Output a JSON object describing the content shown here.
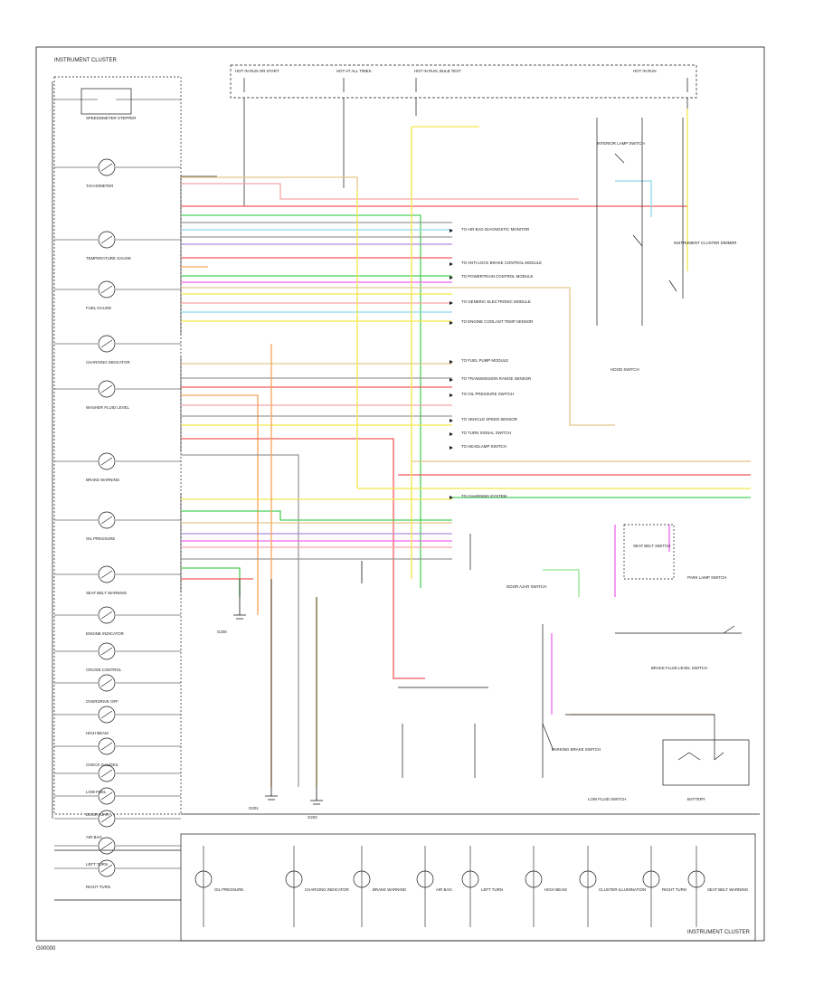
{
  "header_left": "INSTRUMENT CLUSTER",
  "footer_right": "INSTRUMENT CLUSTER",
  "footer_code": "G00000",
  "fuse_labels": [
    "HOT IN RUN OR START",
    "HOT AT ALL TIMES",
    "HOT IN RUN, BULB TEST",
    "HOT IN RUN"
  ],
  "gauges": [
    "SPEEDOMETER STEPPER",
    "TACHOMETER",
    "TEMPERATURE GAUGE",
    "FUEL GAUGE",
    "CHARGING INDICATOR",
    "WASHER FLUID LEVEL",
    "BRAKE WARNING",
    "OIL PRESSURE",
    "SEAT BELT WARNING",
    "ENGINE INDICATOR",
    "CRUISE CONTROL",
    "OVERDRIVE OFF",
    "HIGH BEAM",
    "CHECK GAUGES",
    "LOW FUEL",
    "DOOR AJAR",
    "AIR BAG",
    "LEFT TURN",
    "RIGHT TURN"
  ],
  "right_labels": [
    "TO AIR BAG DIAGNOSTIC MONITOR",
    "TO ANTI-LOCK BRAKE CONTROL MODULE",
    "TO POWERTRAIN CONTROL MODULE",
    "TO GENERIC ELECTRONIC MODULE",
    "TO ENGINE COOLANT TEMP SENSOR",
    "TO FUEL PUMP MODULE",
    "TO TRANSMISSION RANGE SENSOR",
    "TO OIL PRESSURE SWITCH",
    "TO VEHICLE SPEED SENSOR",
    "TO TURN SIGNAL SWITCH",
    "TO HEADLAMP SWITCH",
    "TO CHARGING SYSTEM"
  ],
  "right_components": [
    "INTERIOR LAMP SWITCH",
    "INSTRUMENT CLUSTER DIMMER",
    "HOOD SWITCH",
    "SEAT BELT SWITCH",
    "PARK LAMP SWITCH",
    "DOOR AJAR SWITCH",
    "BRAKE FLUID LEVEL SWITCH",
    "PARKING BRAKE SWITCH",
    "LOW FLUID SWITCH",
    "BATTERY"
  ],
  "bottom_labels": [
    "OIL PRESSURE",
    "CHARGING INDICATOR",
    "BRAKE WARNING",
    "AIR BAG",
    "LEFT TURN",
    "HIGH BEAM",
    "CLUSTER ILLUMINATION",
    "RIGHT TURN",
    "SEAT BELT WARNING"
  ],
  "ground_labels": [
    "G200",
    "G201",
    "G202"
  ],
  "colors": {
    "black": "#1a1a1a",
    "yellow": "#f2e64a",
    "red": "#f25a5a",
    "pink": "#f7a6a6",
    "green": "#4bd15a",
    "light_green": "#8fe88f",
    "orange": "#f4a55a",
    "light_blue": "#8fd8ee",
    "magenta": "#ee66ee",
    "gray": "#9a9a9a",
    "tan": "#e2c68b",
    "violet": "#b08be0"
  }
}
